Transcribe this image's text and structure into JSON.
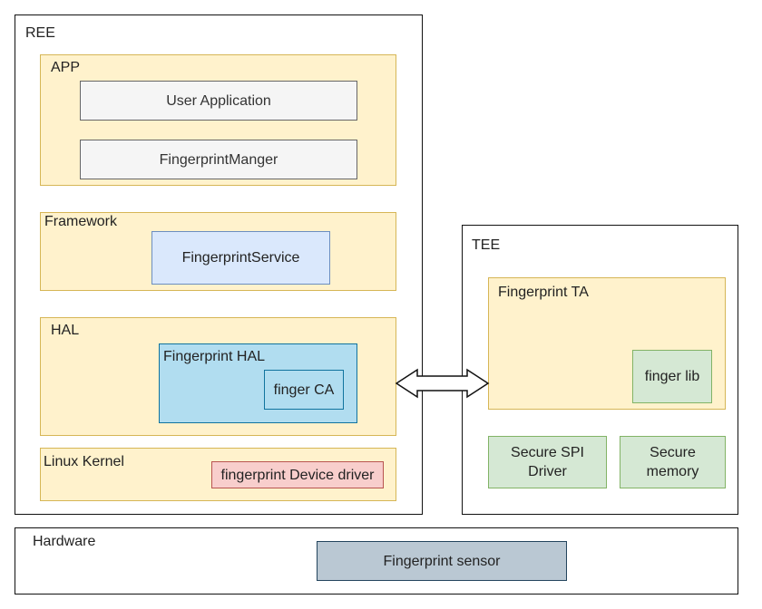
{
  "ree": {
    "title": "REE",
    "app": {
      "title": "APP",
      "user_application": "User Application",
      "fingerprint_manager": "FingerprintManger"
    },
    "framework": {
      "title": "Framework",
      "fingerprint_service": "FingerprintService"
    },
    "hal": {
      "title": "HAL",
      "fingerprint_hal": "Fingerprint HAL",
      "finger_ca": "finger CA"
    },
    "kernel": {
      "title": "Linux Kernel",
      "device_driver": "fingerprint Device driver"
    }
  },
  "tee": {
    "title": "TEE",
    "fingerprint_ta": {
      "title": "Fingerprint TA",
      "finger_lib": "finger lib"
    },
    "secure_spi_driver": "Secure SPI Driver",
    "secure_memory": "Secure memory"
  },
  "hardware": {
    "title": "Hardware",
    "fingerprint_sensor": "Fingerprint sensor"
  }
}
